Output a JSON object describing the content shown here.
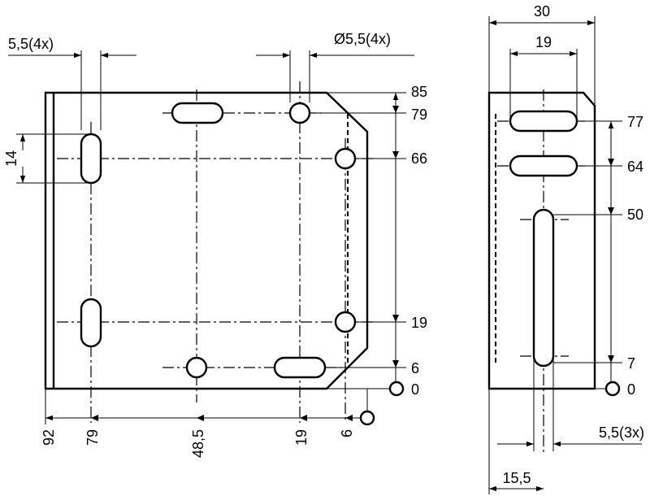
{
  "front_view": {
    "top_labels": {
      "slot_width": "5,5(4x)",
      "hole_diameter": "Ø5,5(4x)"
    },
    "left_labels": {
      "slot_length": "14"
    },
    "right_labels": [
      "85",
      "79",
      "66",
      "19",
      "6",
      "0"
    ],
    "bottom_labels": [
      "92",
      "79",
      "48,5",
      "19",
      "6"
    ]
  },
  "side_view": {
    "top_labels": {
      "width_total": "30",
      "slot_span": "19"
    },
    "right_labels": [
      "77",
      "64",
      "50",
      "7",
      "0"
    ],
    "bottom_labels": {
      "slot_width": "5,5(3x)",
      "offset": "15,5"
    }
  }
}
